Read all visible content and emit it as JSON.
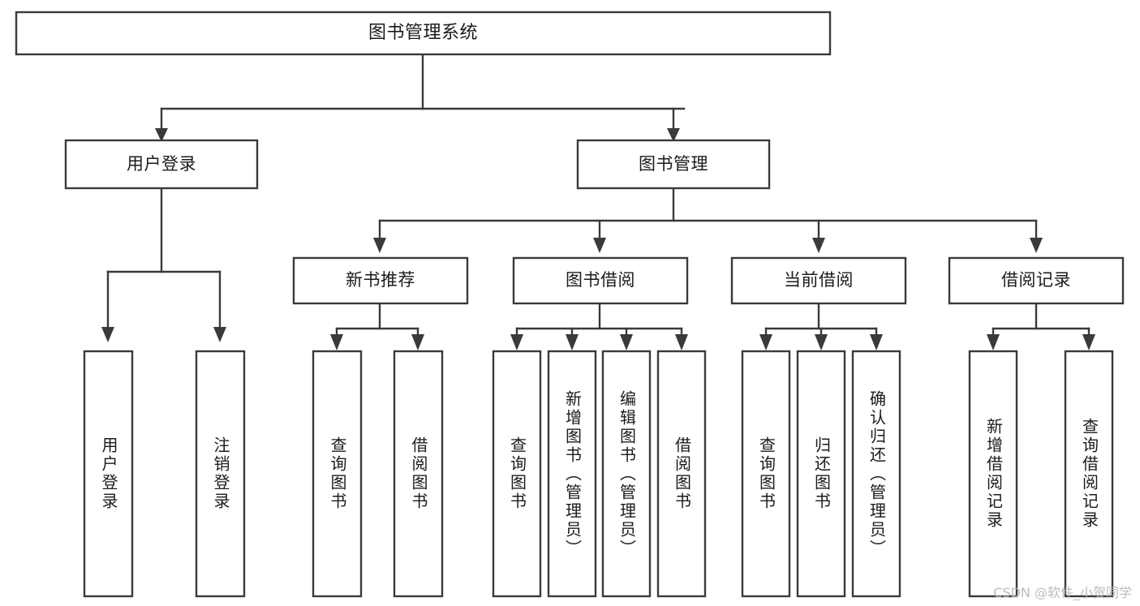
{
  "diagram": {
    "type": "tree-hierarchy",
    "title": "图书管理系统",
    "watermark": "CSDN @软件_小贺同学",
    "colors": {
      "stroke": "#3a3a3a",
      "fill": "#ffffff",
      "text": "#1b1b1b",
      "watermark": "#b9b9b9",
      "background": "#ffffff"
    },
    "levels": {
      "root": {
        "id": "root",
        "label": "图书管理系统",
        "orientation": "horizontal"
      },
      "level2": [
        {
          "id": "user-login",
          "label": "用户登录",
          "orientation": "horizontal"
        },
        {
          "id": "book-management",
          "label": "图书管理",
          "orientation": "horizontal"
        }
      ],
      "level3": [
        {
          "id": "new-book-recommend",
          "label": "新书推荐",
          "orientation": "horizontal",
          "parent": "book-management"
        },
        {
          "id": "book-borrow",
          "label": "图书借阅",
          "orientation": "horizontal",
          "parent": "book-management"
        },
        {
          "id": "current-borrow",
          "label": "当前借阅",
          "orientation": "horizontal",
          "parent": "book-management"
        },
        {
          "id": "borrow-record",
          "label": "借阅记录",
          "orientation": "horizontal",
          "parent": "book-management"
        }
      ],
      "leaves": [
        {
          "id": "leaf-user-login",
          "label": "用户登录",
          "orientation": "vertical",
          "parent": "user-login"
        },
        {
          "id": "leaf-logout-login",
          "label": "注销登录",
          "orientation": "vertical",
          "parent": "user-login"
        },
        {
          "id": "leaf-query-book-1",
          "label": "查询图书",
          "orientation": "vertical",
          "parent": "new-book-recommend"
        },
        {
          "id": "leaf-borrow-book-1",
          "label": "借阅图书",
          "orientation": "vertical",
          "parent": "new-book-recommend"
        },
        {
          "id": "leaf-query-book-2",
          "label": "查询图书",
          "orientation": "vertical",
          "parent": "book-borrow"
        },
        {
          "id": "leaf-add-book",
          "label": "新增图书（管理员）",
          "orientation": "vertical",
          "parent": "book-borrow"
        },
        {
          "id": "leaf-edit-book",
          "label": "编辑图书（管理员）",
          "orientation": "vertical",
          "parent": "book-borrow"
        },
        {
          "id": "leaf-borrow-book-2",
          "label": "借阅图书",
          "orientation": "vertical",
          "parent": "book-borrow"
        },
        {
          "id": "leaf-query-book-3",
          "label": "查询图书",
          "orientation": "vertical",
          "parent": "current-borrow"
        },
        {
          "id": "leaf-return-book",
          "label": "归还图书",
          "orientation": "vertical",
          "parent": "current-borrow"
        },
        {
          "id": "leaf-confirm-return",
          "label": "确认归还（管理员）",
          "orientation": "vertical",
          "parent": "current-borrow"
        },
        {
          "id": "leaf-add-record",
          "label": "新增借阅记录",
          "orientation": "vertical",
          "parent": "borrow-record"
        },
        {
          "id": "leaf-query-record",
          "label": "查询借阅记录",
          "orientation": "vertical",
          "parent": "borrow-record"
        }
      ]
    }
  }
}
